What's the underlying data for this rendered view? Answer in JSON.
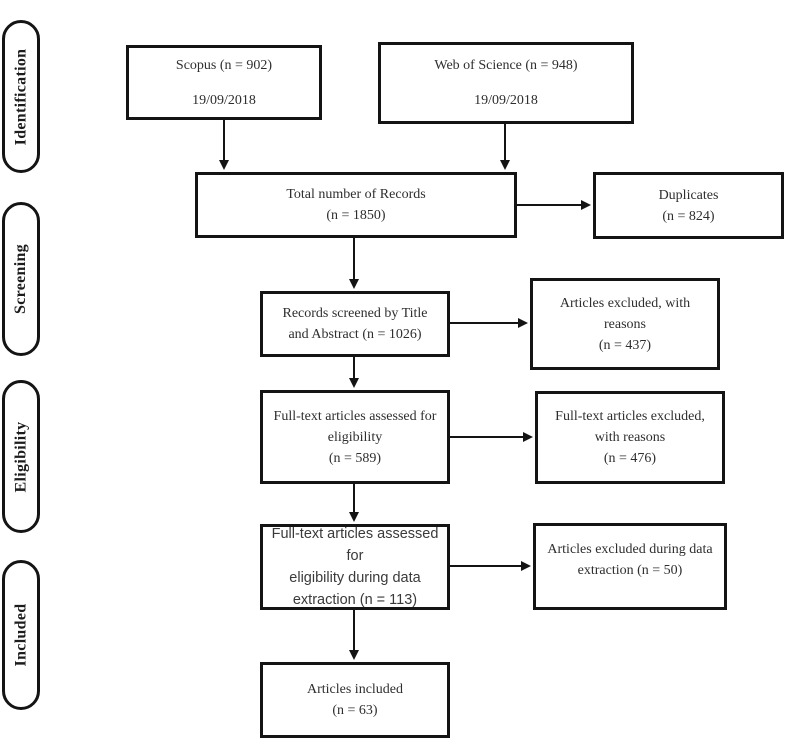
{
  "figure": {
    "type": "prisma-flow-diagram",
    "colors": {
      "line": "#141414",
      "text": "#2e2e2e",
      "background": "#ffffff"
    },
    "stages": [
      {
        "id": "identification",
        "label": "Identification"
      },
      {
        "id": "screening",
        "label": "Screening"
      },
      {
        "id": "eligibility",
        "label": "Eligibility"
      },
      {
        "id": "included",
        "label": "Included"
      }
    ],
    "boxes": {
      "scopus": {
        "title": "Scopus (n = 902)",
        "date": "19/09/2018"
      },
      "web_of_science": {
        "title": "Web of Science (n = 948)",
        "date": "19/09/2018"
      },
      "total_records": {
        "lines": [
          "Total number of Records",
          "(n = 1850)"
        ]
      },
      "duplicates": {
        "lines": [
          "Duplicates",
          "(n = 824)"
        ]
      },
      "records_screened": {
        "lines": [
          "Records screened by Title",
          "and Abstract (n = 1026)"
        ]
      },
      "articles_excluded_reasons": {
        "lines": [
          "Articles excluded, with",
          "reasons",
          "(n = 437)"
        ]
      },
      "fulltext_assessed": {
        "lines": [
          "Full-text articles assessed for",
          "eligibility",
          "(n = 589)"
        ]
      },
      "fulltext_excluded": {
        "lines": [
          "Full-text articles excluded,",
          "with reasons",
          "(n = 476)"
        ]
      },
      "fulltext_extraction": {
        "lines": [
          "Full-text articles assessed for",
          "eligibility during data",
          "extraction (n = 113)"
        ]
      },
      "excluded_extraction": {
        "lines": [
          "Articles excluded during data",
          "extraction (n = 50)"
        ]
      },
      "articles_included": {
        "lines": [
          "Articles included",
          "(n = 63)"
        ]
      }
    }
  }
}
